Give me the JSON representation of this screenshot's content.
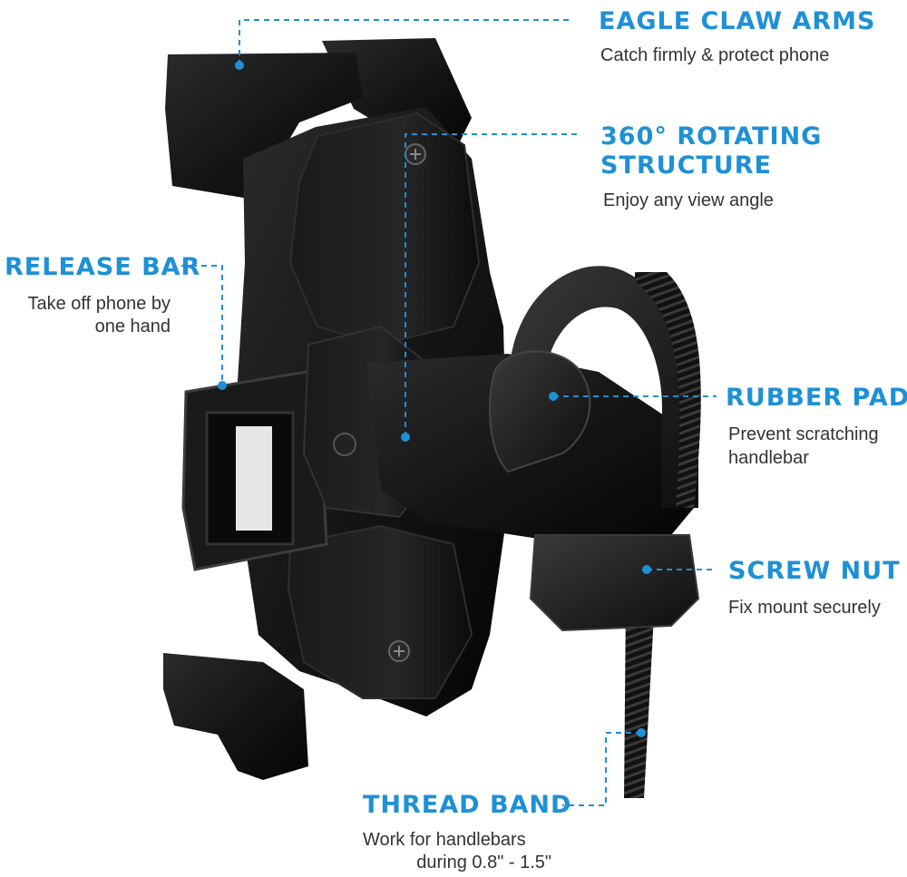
{
  "colors": {
    "accent": "#1e90d6",
    "product": "#141414",
    "text": "#333333"
  },
  "callouts": {
    "eagle_claw_arms": {
      "title": "EAGLE CLAW ARMS",
      "desc": "Catch firmly & protect phone"
    },
    "rotating_structure": {
      "title_line1": "360° ROTATING",
      "title_line2": "STRUCTURE",
      "desc": "Enjoy any view angle"
    },
    "release_bar": {
      "title": "RELEASE BAR",
      "desc_line1": "Take off phone by",
      "desc_line2": "one hand"
    },
    "rubber_pad": {
      "title": "RUBBER PAD",
      "desc_line1": "Prevent scratching",
      "desc_line2": "handlebar"
    },
    "screw_nut": {
      "title": "SCREW NUT",
      "desc": "Fix mount securely"
    },
    "thread_band": {
      "title": "THREAD BAND",
      "desc_line1": "Work for handlebars",
      "desc_line2": "during 0.8\" - 1.5\""
    }
  }
}
